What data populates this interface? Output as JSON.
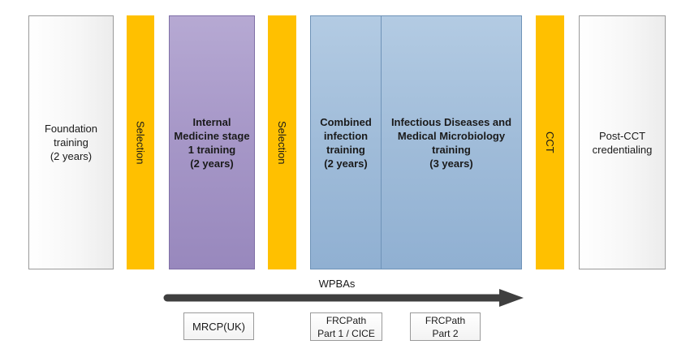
{
  "stages": {
    "foundation": "Foundation\ntraining\n(2 years)",
    "selection_1": "Selection",
    "internal_medicine": "Internal\nMedicine stage\n1 training\n(2 years)",
    "selection_2": "Selection",
    "combined_infection": "Combined\ninfection\ntraining\n(2 years)",
    "id_mm": "Infectious Diseases and\nMedical Microbiology\ntraining\n(3 years)",
    "cct": "CCT",
    "post_cct": "Post-CCT\ncredentialing"
  },
  "arrow": {
    "label": "WPBAs"
  },
  "exams": {
    "mrcp": "MRCP(UK)",
    "frcpath_1": "FRCPath\nPart 1 / CICE",
    "frcpath_2": "FRCPath\nPart 2"
  },
  "colors": {
    "selection": "#ffc000",
    "internal_medicine": "#a798c8",
    "infection": "#a0bcd9",
    "arrow": "#3f3f3f"
  }
}
